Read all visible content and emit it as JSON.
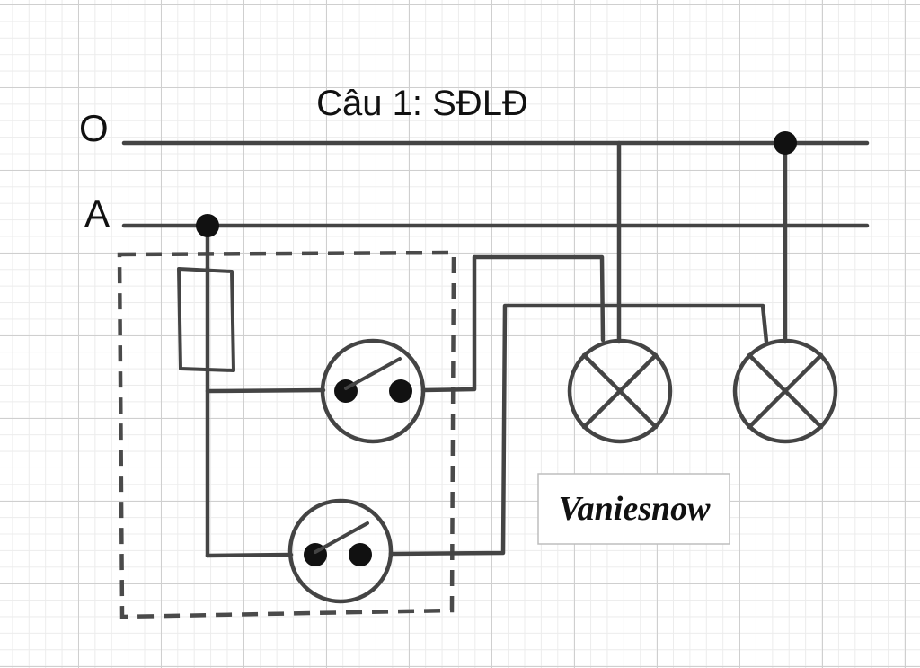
{
  "diagram": {
    "title": "Câu 1: SĐLĐ",
    "line_labels": {
      "neutral": "O",
      "phase": "A"
    },
    "watermark": "Vaniesnow",
    "colors": {
      "wire": "#444444",
      "node": "#111111",
      "grid": "#cfcfcf"
    },
    "components": {
      "fuse": "fuse-symbol",
      "switches": [
        "switch-symbol",
        "switch-symbol"
      ],
      "lamps": [
        "lamp-symbol",
        "lamp-symbol"
      ]
    }
  }
}
